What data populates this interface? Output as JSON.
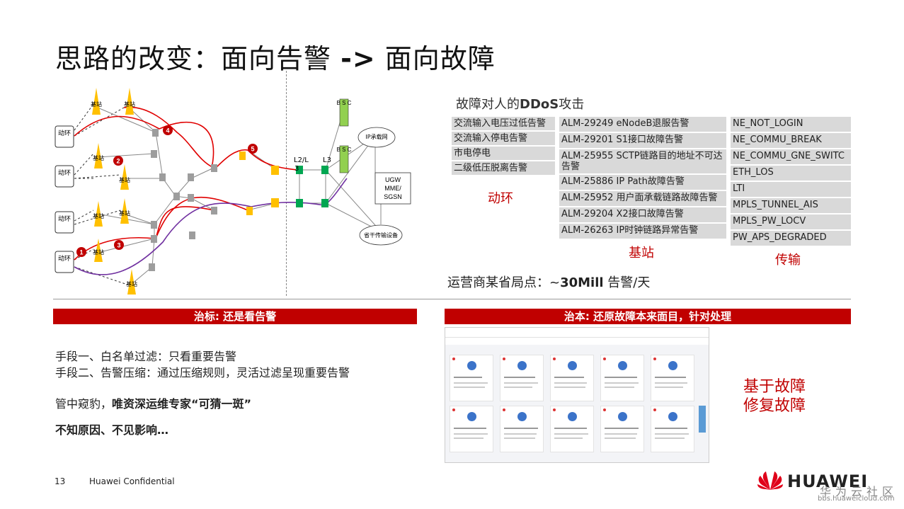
{
  "slide": {
    "title_prefix": "思路的改变：面向告警 ",
    "title_arrow": "->",
    "title_suffix": " 面向故障"
  },
  "diagram": {
    "node_env": "动环",
    "node_bts": "基站",
    "markers": [
      "1",
      "2",
      "3",
      "4",
      "5"
    ],
    "label_l2l": "L2/L",
    "label_l3": "L3",
    "label_l3b": "3",
    "bsc_1": "B S C",
    "bsc_2": "B S C",
    "cloud_ip": "IP承载网",
    "ugw_lines": [
      "UGW",
      "MME/",
      "SGSN"
    ],
    "cloud_trans": "省干传输设备"
  },
  "ddos": {
    "title_prefix": "故障对人的",
    "title_highlight": "DDoS",
    "title_suffix": "攻击",
    "col1_items": [
      "交流输入电压过低告警",
      "交流输入停电告警",
      "市电停电",
      "二级低压脱离告警"
    ],
    "col1_label": "动环",
    "col2_items": [
      "ALM-29249 eNodeB退服告警",
      "ALM-29201 S1接口故障告警",
      "ALM-25955 SCTP链路目的地址不可达告警",
      "ALM-25886 IP Path故障告警",
      "ALM-25952 用户面承载链路故障告警",
      "ALM-29204 X2接口故障告警",
      "ALM-26263 IP时钟链路异常告警"
    ],
    "col2_label": "基站",
    "col3_items": [
      "NE_NOT_LOGIN",
      "NE_COMMU_BREAK",
      "NE_COMMU_GNE_SWITC",
      "ETH_LOS",
      "LTI",
      "MPLS_TUNNEL_AIS",
      "MPLS_PW_LOCV",
      "PW_APS_DEGRADED"
    ],
    "col3_label": "传输",
    "stat_prefix": "运营商某省局点：~",
    "stat_value": "30Mill",
    "stat_suffix": " 告警/天"
  },
  "left_panel": {
    "bar": "治标: 还是看告警",
    "line1": "手段一、白名单过滤：只看重要告警",
    "line2": "手段二、告警压缩：通过压缩规则，灵活过滤呈现重要告警",
    "line3_prefix": "管中窥豹，",
    "line3_bold": "唯资深运维专家“可猜一斑”",
    "line4": "不知原因、不见影响…"
  },
  "right_panel": {
    "bar": "治本: 还原故障本来面目，针对处理",
    "fix_line1": "基于故障",
    "fix_line2": "修复故障"
  },
  "footer": {
    "page_number": "13",
    "confidential": "Huawei Confidential",
    "logo": "HUAWEI",
    "watermark_cn": "华为云社区",
    "watermark_url": "bbs.huaweicloud.com"
  },
  "colors": {
    "accent_red": "#c00000",
    "cell_gray": "#d9d9d9",
    "link_purple": "#7030a0",
    "node_green": "#00a651",
    "node_yellow": "#ffc000"
  }
}
